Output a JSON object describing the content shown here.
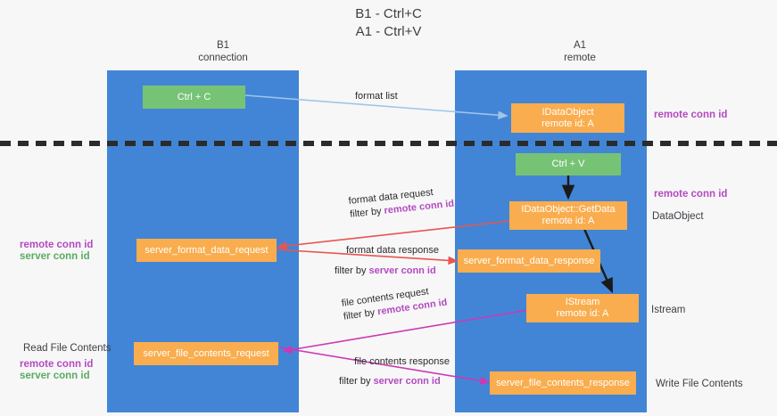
{
  "title": "B1 - Ctrl+C\nA1 - Ctrl+V",
  "columns": [
    {
      "id": "b1",
      "name": "B1",
      "sub": "connection"
    },
    {
      "id": "a1",
      "name": "A1",
      "sub": "remote"
    }
  ],
  "nodes": {
    "ctrl_c": {
      "label": "Ctrl + C",
      "color": "#77c376"
    },
    "ctrl_v": {
      "label": "Ctrl + V",
      "color": "#77c376"
    },
    "idataobject": {
      "line1": "IDataObject",
      "line2": "remote id: A",
      "color": "#f9ad4e"
    },
    "getdata": {
      "line1": "IDataObject::GetData",
      "line2": "remote id: A",
      "color": "#f9ad4e"
    },
    "istream": {
      "line1": "IStream",
      "line2": "remote id: A",
      "color": "#f9ad4e"
    },
    "fmt_req": {
      "label": "server_format_data_request",
      "color": "#f9ad4e"
    },
    "fmt_resp": {
      "label": "server_format_data_response",
      "color": "#f9ad4e"
    },
    "file_req": {
      "label": "server_file_contents_request",
      "color": "#f9ad4e"
    },
    "file_resp": {
      "label": "server_file_contents_response",
      "color": "#f9ad4e"
    }
  },
  "edges": {
    "format_list": {
      "label": "format list",
      "color": "#9fc5e8"
    },
    "format_data_request": {
      "line1": "format data request",
      "line2_prefix": "filter by ",
      "line2_key": "remote conn id",
      "color": "#e8554e"
    },
    "format_data_response": {
      "line1": "format data response",
      "line2_prefix": "filter by ",
      "line2_key": "server conn id",
      "color": "#e8554e"
    },
    "file_contents_request": {
      "line1": "file contents request",
      "line2_prefix": "filter by ",
      "line2_key": "remote conn id",
      "color": "#cc39b5"
    },
    "file_contents_response": {
      "line1": "file contents response",
      "line2_prefix": "filter by ",
      "line2_key": "server conn id",
      "color": "#cc39b5"
    }
  },
  "annotations": {
    "right_remote_top": "remote conn id",
    "right_remote_mid": "remote conn id",
    "right_dataobject": "DataObject",
    "right_istream": "Istream",
    "right_write_file": "Write File Contents",
    "left_read_file": "Read File Contents",
    "left_remote_mid": "remote conn id",
    "left_server_mid": "server conn id",
    "left_remote_bottom": "remote conn id",
    "left_server_bottom": "server conn id"
  },
  "colors": {
    "background": "#f7f7f8",
    "lane": "#4285d6",
    "green": "#77c376",
    "orange": "#f9ad4e",
    "purple": "#b44ac0",
    "green_text": "#5aab61",
    "red_arrow": "#e8554e",
    "magenta_arrow": "#cc39b5",
    "lightblue_arrow": "#9fc5e8",
    "black_arrow": "#1a1a1a"
  }
}
